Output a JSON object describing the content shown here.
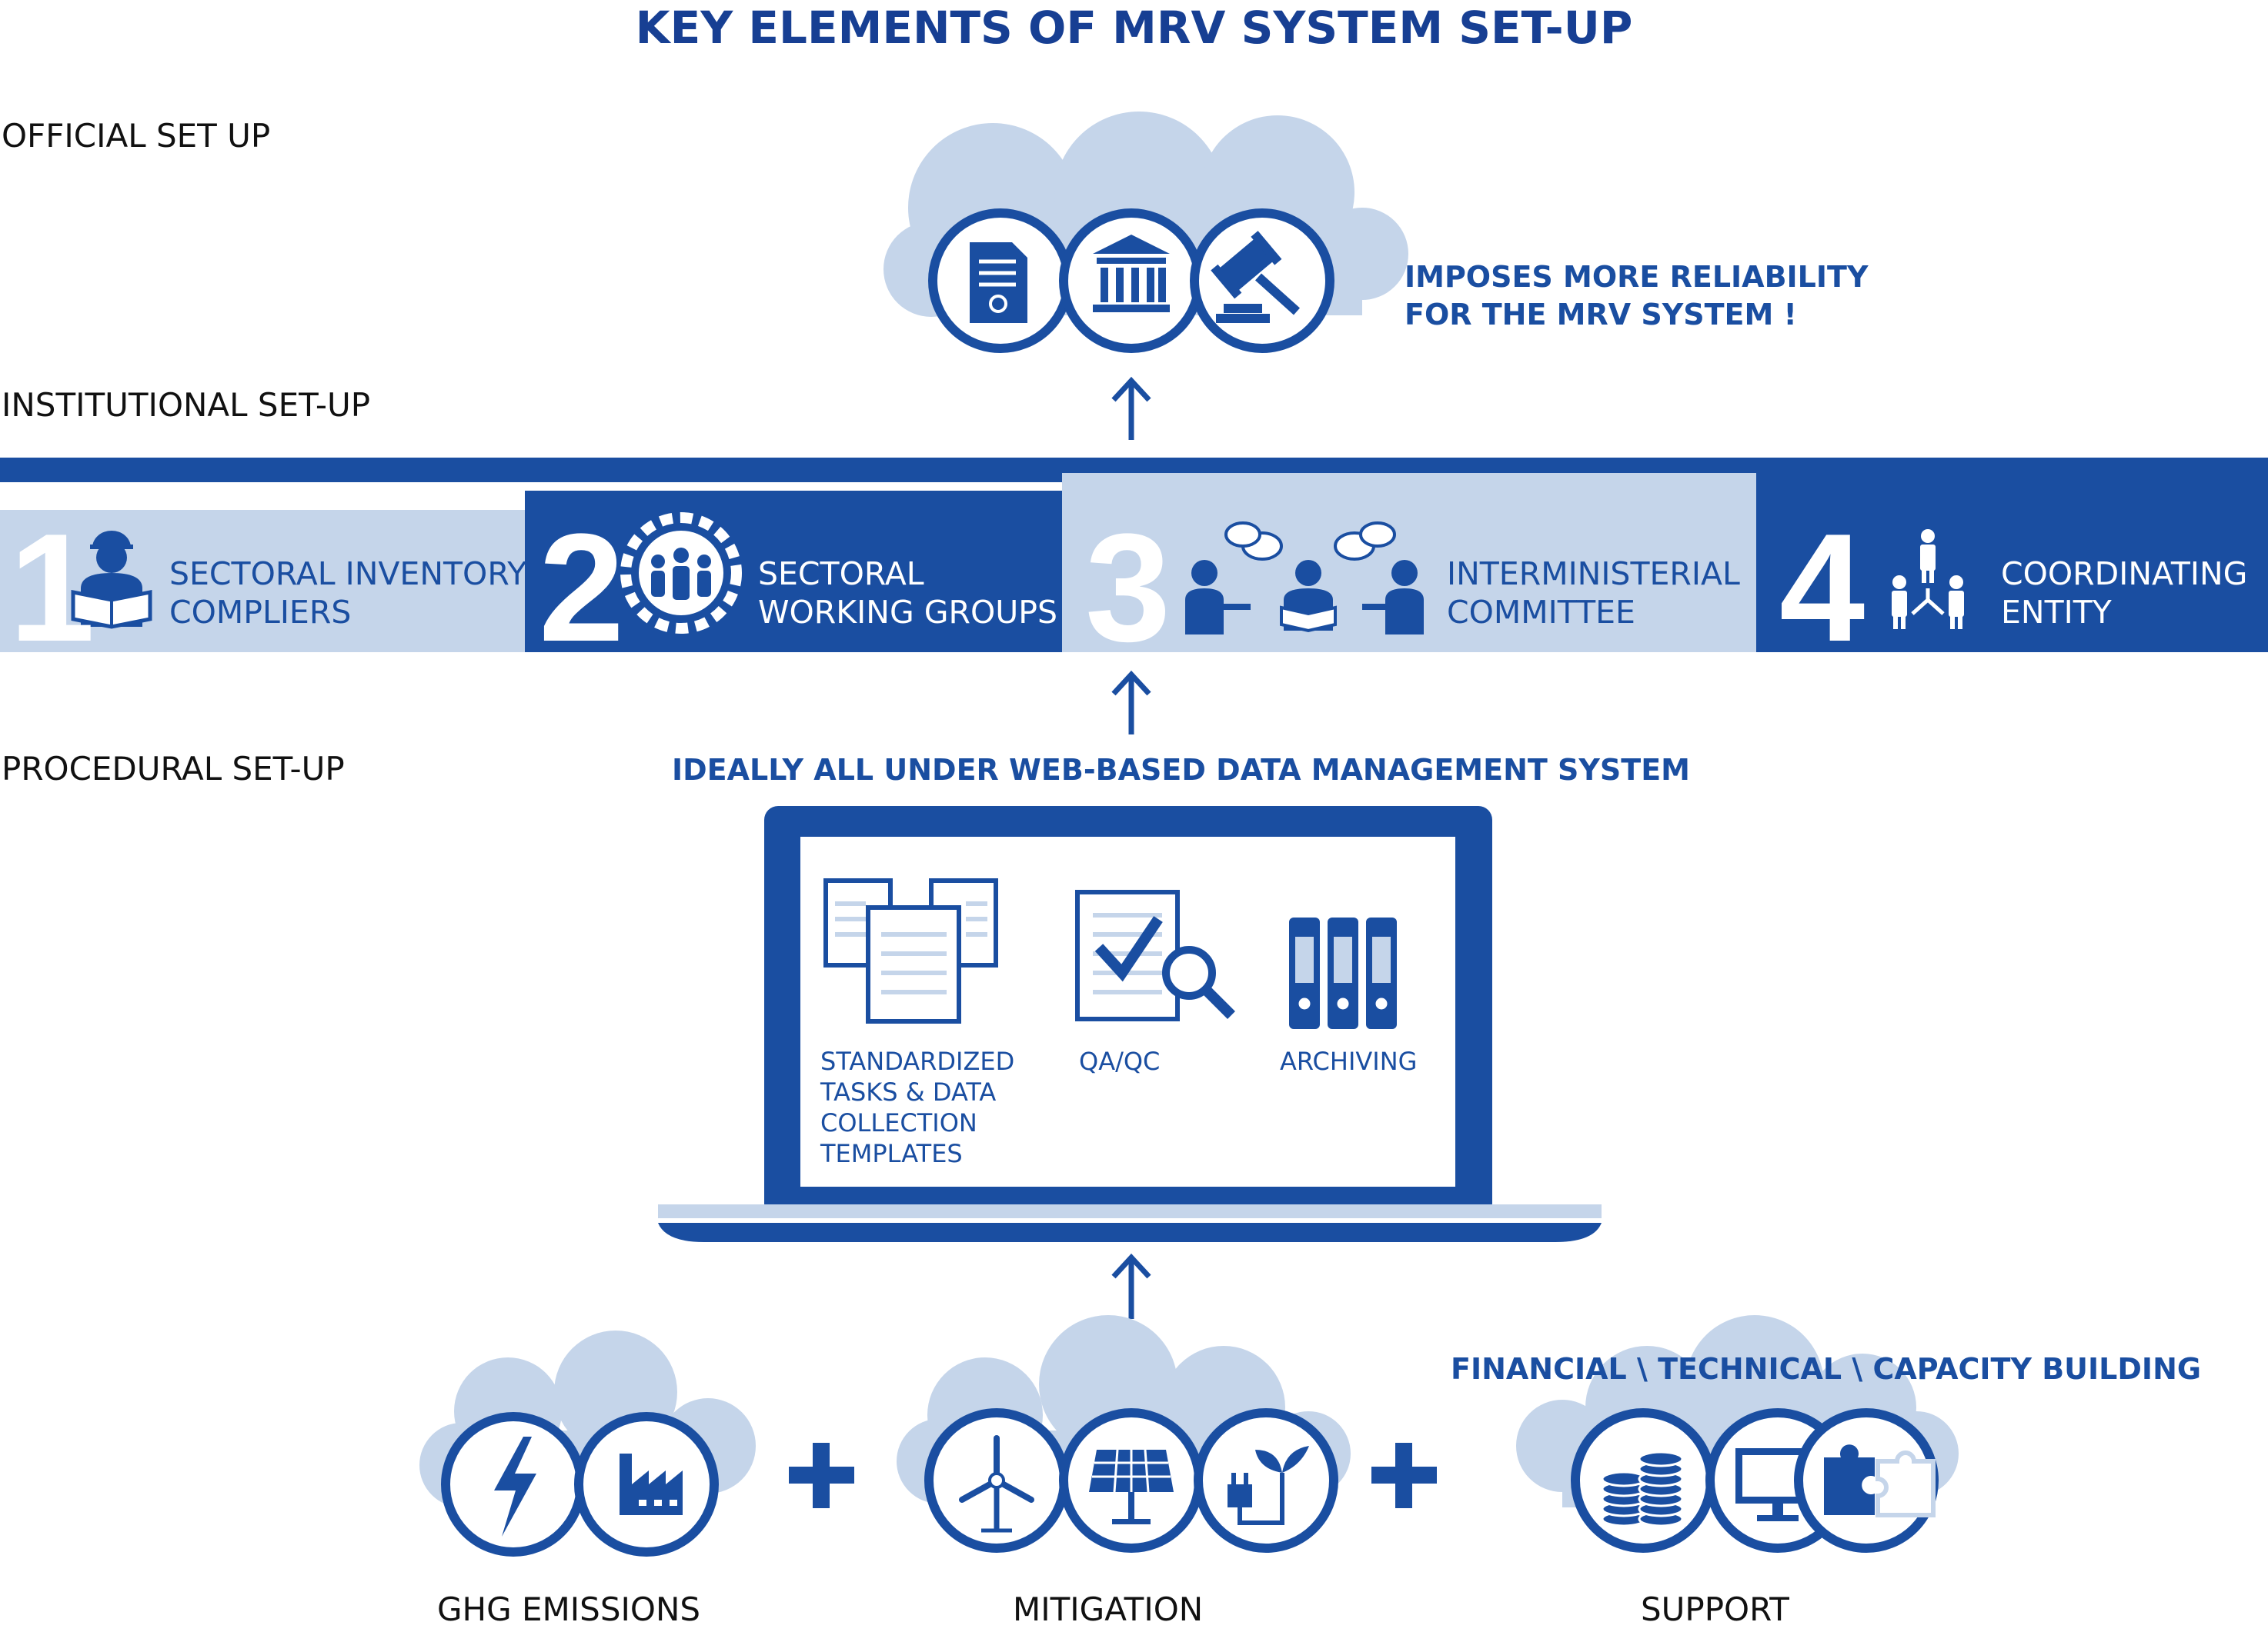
{
  "title": "KEY ELEMENTS OF MRV SYSTEM SET-UP",
  "sections": {
    "official": "OFFICIAL  SET UP",
    "institutional": "INSTITUTIONAL SET-UP",
    "procedural": "PROCEDURAL SET-UP"
  },
  "official": {
    "note_line1": "IMPOSES MORE RELIABILITY",
    "note_line2": "FOR THE MRV SYSTEM !",
    "icons": [
      "legal-document-icon",
      "government-building-icon",
      "gavel-icon"
    ]
  },
  "institutional": {
    "items": [
      {
        "number": "1",
        "line1": "SECTORAL INVENTORY",
        "line2": "COMPLIERS",
        "icon": "worker-reading-icon"
      },
      {
        "number": "2",
        "line1": "SECTORAL",
        "line2": "WORKING GROUPS",
        "icon": "gear-group-icon"
      },
      {
        "number": "3",
        "line1": "INTERMINISTERIAL",
        "line2": "COMMITTEE",
        "icon": "discussion-icon"
      },
      {
        "number": "4",
        "line1": "COORDINATING",
        "line2": "ENTITY",
        "icon": "hierarchy-icon"
      }
    ]
  },
  "procedural": {
    "heading": "IDEALLY ALL UNDER WEB-BASED DATA MANAGEMENT SYSTEM",
    "laptop_items": [
      {
        "label": "STANDARDIZED\nTASKS & DATA\nCOLLECTION\nTEMPLATES",
        "icon": "documents-icon"
      },
      {
        "label": "QA/QC",
        "icon": "check-magnifier-icon"
      },
      {
        "label": "ARCHIVING",
        "icon": "binders-icon"
      }
    ]
  },
  "inputs": {
    "support_heading": "FINANCIAL \\ TECHNICAL \\ CAPACITY BUILDING",
    "groups": [
      {
        "label": "GHG EMISSIONS",
        "icons": [
          "lightning-icon",
          "factory-icon"
        ]
      },
      {
        "label": "MITIGATION",
        "icons": [
          "wind-turbine-icon",
          "solar-panel-icon",
          "plug-plant-icon"
        ]
      },
      {
        "label": "SUPPORT",
        "icons": [
          "coins-icon",
          "computer-monitor-icon",
          "puzzle-icon"
        ]
      }
    ],
    "plus": "+"
  },
  "colors": {
    "primary": "#1a4ea1",
    "dark_title": "#173f93",
    "light_fill": "#c5d5ea",
    "cloud": "#c5d5ea"
  }
}
